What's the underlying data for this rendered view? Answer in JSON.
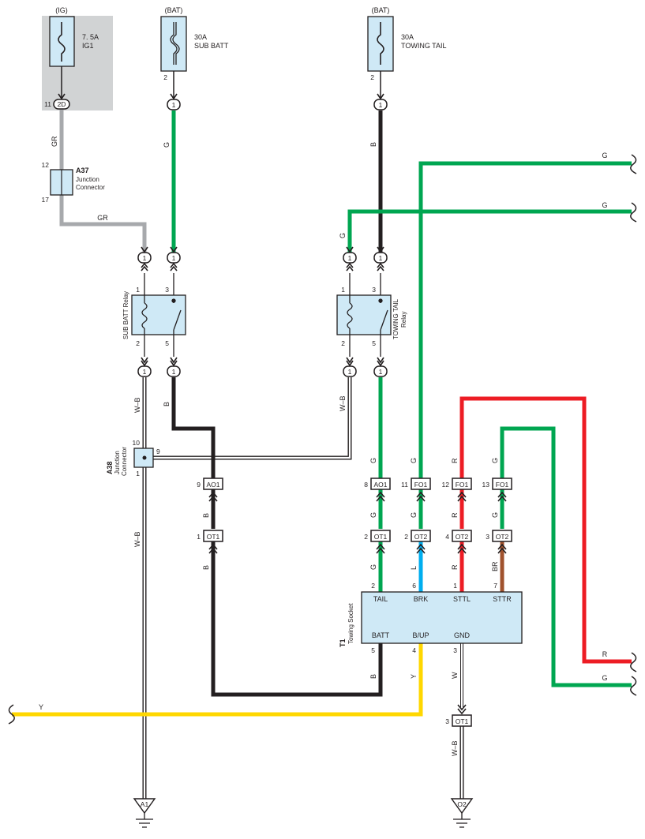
{
  "colors": {
    "G": "#00a651",
    "B": "#231f20",
    "GR": "#a7a9ac",
    "R": "#ed1c24",
    "L": "#00aeef",
    "BR": "#a0522d",
    "Y": "#ffd700",
    "W": "#ffffff",
    "block_fill": "#cfe9f6",
    "ig_shade": "#d1d3d4"
  },
  "fuses": [
    {
      "source": "(IG)",
      "rating": "7. 5A",
      "name": "IG1"
    },
    {
      "source": "(BAT)",
      "rating": "30A",
      "name": "SUB BATT",
      "pin": "2"
    },
    {
      "source": "(BAT)",
      "rating": "30A",
      "name": "TOWING TAIL",
      "pin": "2"
    }
  ],
  "junction_a37": {
    "id": "A37",
    "name1": "Junction",
    "name2": "Connector",
    "pin_in": "12",
    "pin_out": "17"
  },
  "junction_a38": {
    "id": "A38",
    "name1": "Junction",
    "name2": "Connector",
    "pin_top": "10",
    "pin_right": "9",
    "pin_bottom": "1"
  },
  "relays": {
    "sub_batt": {
      "name": "SUB BATT Relay",
      "pins": [
        "1",
        "2",
        "3",
        "5"
      ]
    },
    "towing_tail": {
      "name1": "TOWING TAIL",
      "name2": "Relay",
      "pins": [
        "1",
        "2",
        "3",
        "5"
      ]
    }
  },
  "connectors": {
    "c2d": "2D",
    "c2d_pin": "11",
    "one": "1",
    "ao1": "AO1",
    "fo1": "FO1",
    "ot1": "OT1",
    "ot2": "OT2",
    "ao1_left_pin": "9",
    "ao1_right_pin": "8",
    "ot1_left_pin": "1",
    "ot1_right_pin": "2",
    "ot1_bottom_pin": "3",
    "fo1_pins": [
      "11",
      "12",
      "13"
    ],
    "ot2_pins": [
      "2",
      "4",
      "3"
    ]
  },
  "socket": {
    "id": "T1",
    "name": "Towing Socket",
    "top_terminals": [
      {
        "name": "TAIL",
        "pin": "2"
      },
      {
        "name": "BRK",
        "pin": "6"
      },
      {
        "name": "STTL",
        "pin": "1"
      },
      {
        "name": "STTR",
        "pin": "7"
      }
    ],
    "bottom_terminals": [
      {
        "name": "BATT",
        "pin": "5"
      },
      {
        "name": "B/UP",
        "pin": "4"
      },
      {
        "name": "GND",
        "pin": "3"
      }
    ]
  },
  "wire_labels": {
    "G": "G",
    "B": "B",
    "GR": "GR",
    "WB": "W–B",
    "R": "R",
    "L": "L",
    "BR": "BR",
    "Y": "Y",
    "W": "W"
  },
  "grounds": {
    "a1": "A1",
    "o2": "O2"
  }
}
